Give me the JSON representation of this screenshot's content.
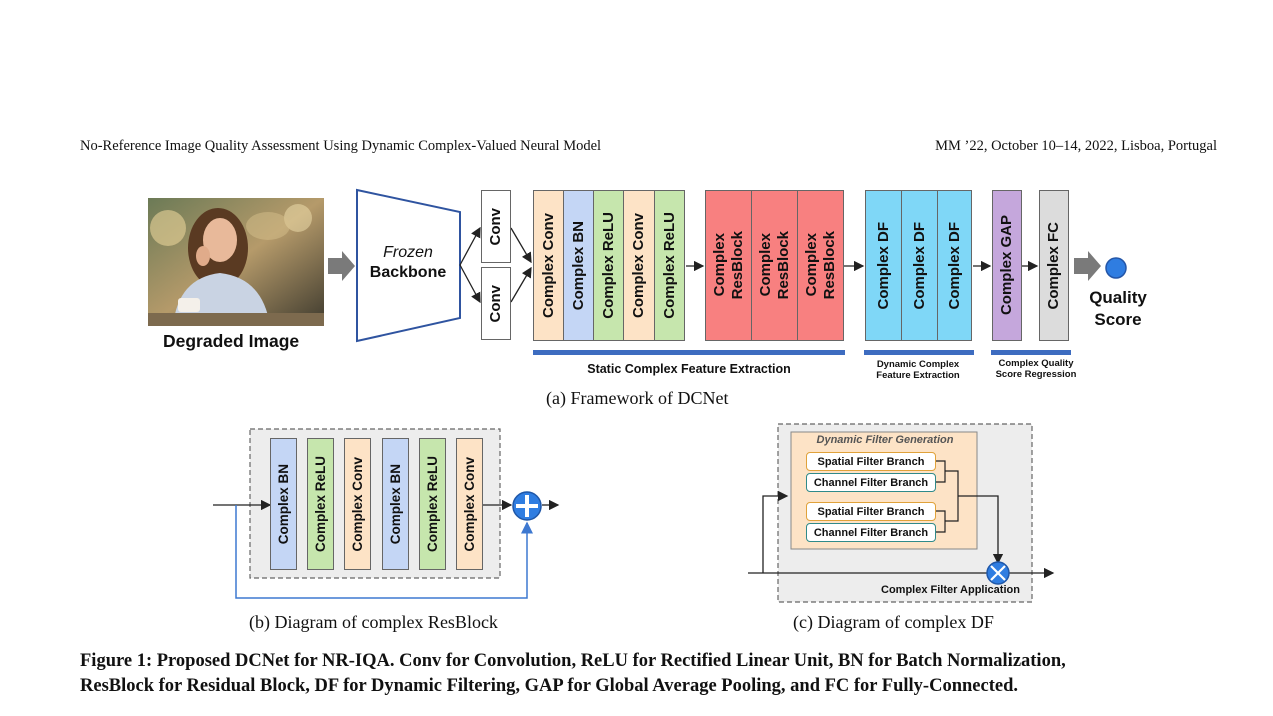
{
  "header": {
    "left": "No-Reference Image Quality Assessment Using Dynamic Complex-Valued Neural Model",
    "right": "MM ’22, October 10–14, 2022, Lisboa, Portugal"
  },
  "framework": {
    "input_label": "Degraded Image",
    "backbone_line1": "Frozen",
    "backbone_line2": "Backbone",
    "conv_top": "Conv",
    "conv_bottom": "Conv",
    "static_blocks": [
      "Complex  Conv",
      "Complex BN",
      "Complex ReLU",
      "Complex  Conv",
      "Complex ReLU"
    ],
    "resblocks": [
      "Complex\nResBlock",
      "Complex\nResBlock",
      "Complex\nResBlock"
    ],
    "df_blocks": [
      "Complex DF",
      "Complex DF",
      "Complex DF"
    ],
    "gap_block": "Complex GAP",
    "fc_block": "Complex  FC",
    "output_line1": "Quality",
    "output_line2": "Score",
    "group_static": "Static Complex Feature Extraction",
    "group_dynamic_line1": "Dynamic Complex",
    "group_dynamic_line2": "Feature Extraction",
    "group_regression_line1": "Complex Quality",
    "group_regression_line2": "Score Regression",
    "caption": "(a) Framework of DCNet"
  },
  "resblock_diagram": {
    "blocks": [
      "Complex BN",
      "Complex ReLU",
      "Complex  Conv",
      "Complex BN",
      "Complex ReLU",
      "Complex  Conv"
    ],
    "caption": "(b) Diagram of complex ResBlock"
  },
  "df_diagram": {
    "title": "Dynamic Filter Generation",
    "spatial_1": "Spatial Filter Branch",
    "channel_1": "Channel Filter Branch",
    "spatial_2": "Spatial Filter Branch",
    "channel_2": "Channel Filter Branch",
    "application": "Complex Filter Application",
    "caption": "(c) Diagram of complex DF"
  },
  "figure_caption": {
    "line1": "Figure 1: Proposed DCNet for NR-IQA. Conv for Convolution, ReLU for Rectified Linear Unit, BN for Batch Normalization,",
    "line2": "ResBlock for Residual Block, DF for Dynamic Filtering, GAP for Global Average Pooling, and FC for Fully-Connected."
  },
  "colors": {
    "orange": "#fde3c6",
    "blue": "#c4d6f5",
    "green": "#c6e6ad",
    "red": "#f88080",
    "cyan": "#7fd7f7",
    "purple": "#c5a7dc",
    "gray": "#dcdcdc",
    "accent": "#3d6cc0"
  }
}
